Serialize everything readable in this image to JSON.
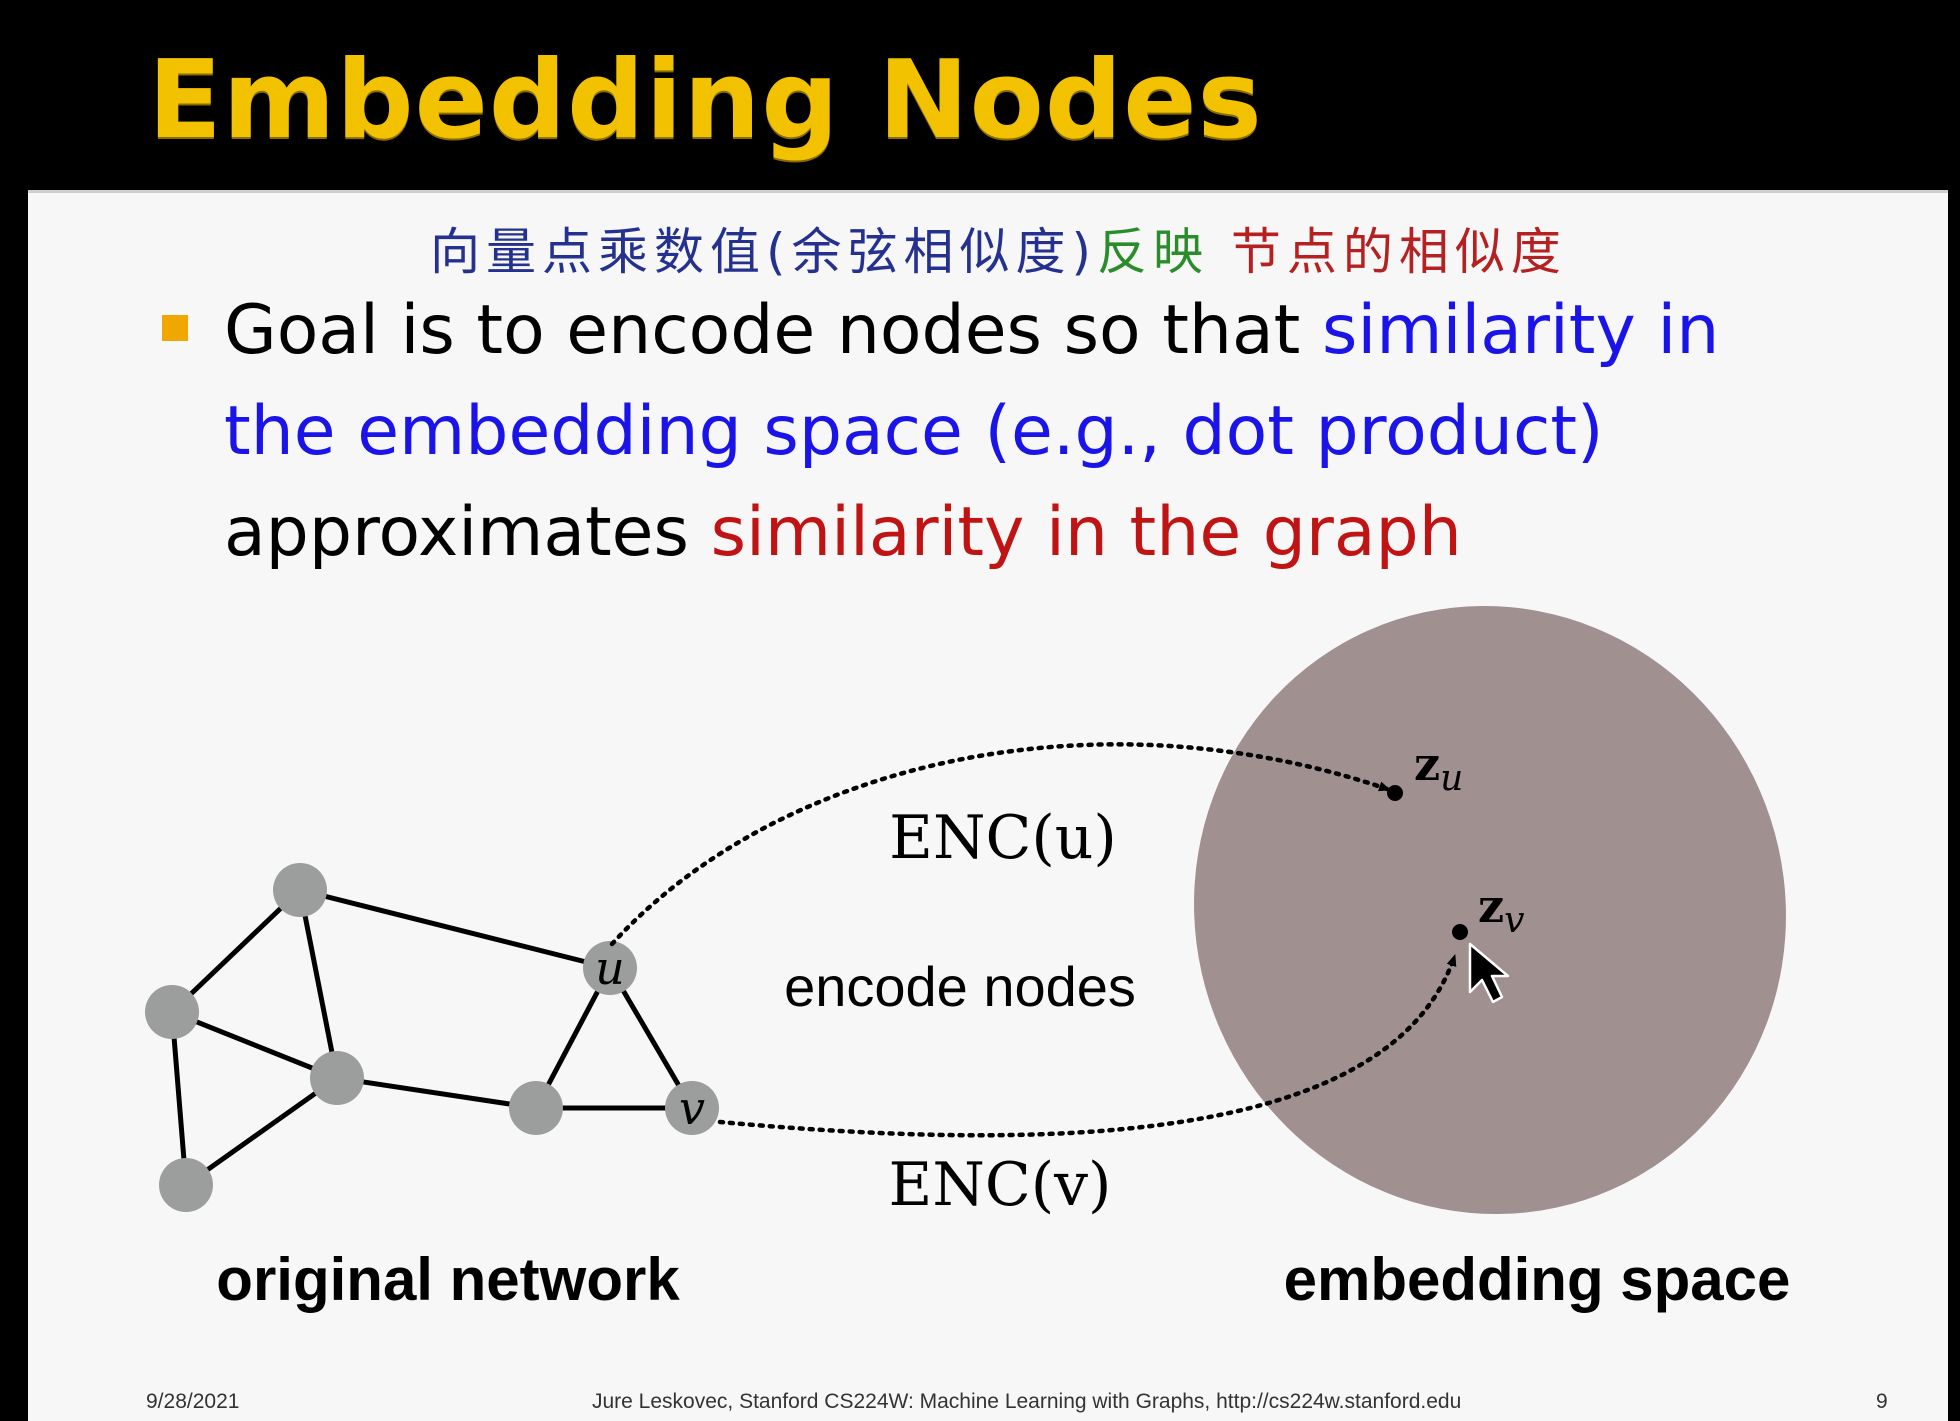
{
  "slide": {
    "title": "Embedding Nodes",
    "annotation": {
      "part1": "向量点乘数值(余弦相似度)",
      "part2": "反映",
      "part3": "节点的相似度"
    },
    "bullet": {
      "lead": "Goal is to encode nodes so that ",
      "blue": "similarity in the embedding space (e.g., dot product)",
      "mid": " approximates ",
      "red": "similarity in the graph"
    }
  },
  "diagram": {
    "node_u": "u",
    "node_v": "v",
    "enc_u": "ENC(u)",
    "enc_v": "ENC(v)",
    "encode_label": "encode nodes",
    "left_caption": "original network",
    "right_caption": "embedding space",
    "zu_base": "z",
    "zu_sub": "u",
    "zv_base": "z",
    "zv_sub": "v",
    "node_color": "#9c9d9d",
    "space_color": "#a09090"
  },
  "footer": {
    "date": "9/28/2021",
    "credit": "Jure Leskovec, Stanford CS224W: Machine Learning with Graphs, http://cs224w.stanford.edu",
    "page": "9"
  }
}
